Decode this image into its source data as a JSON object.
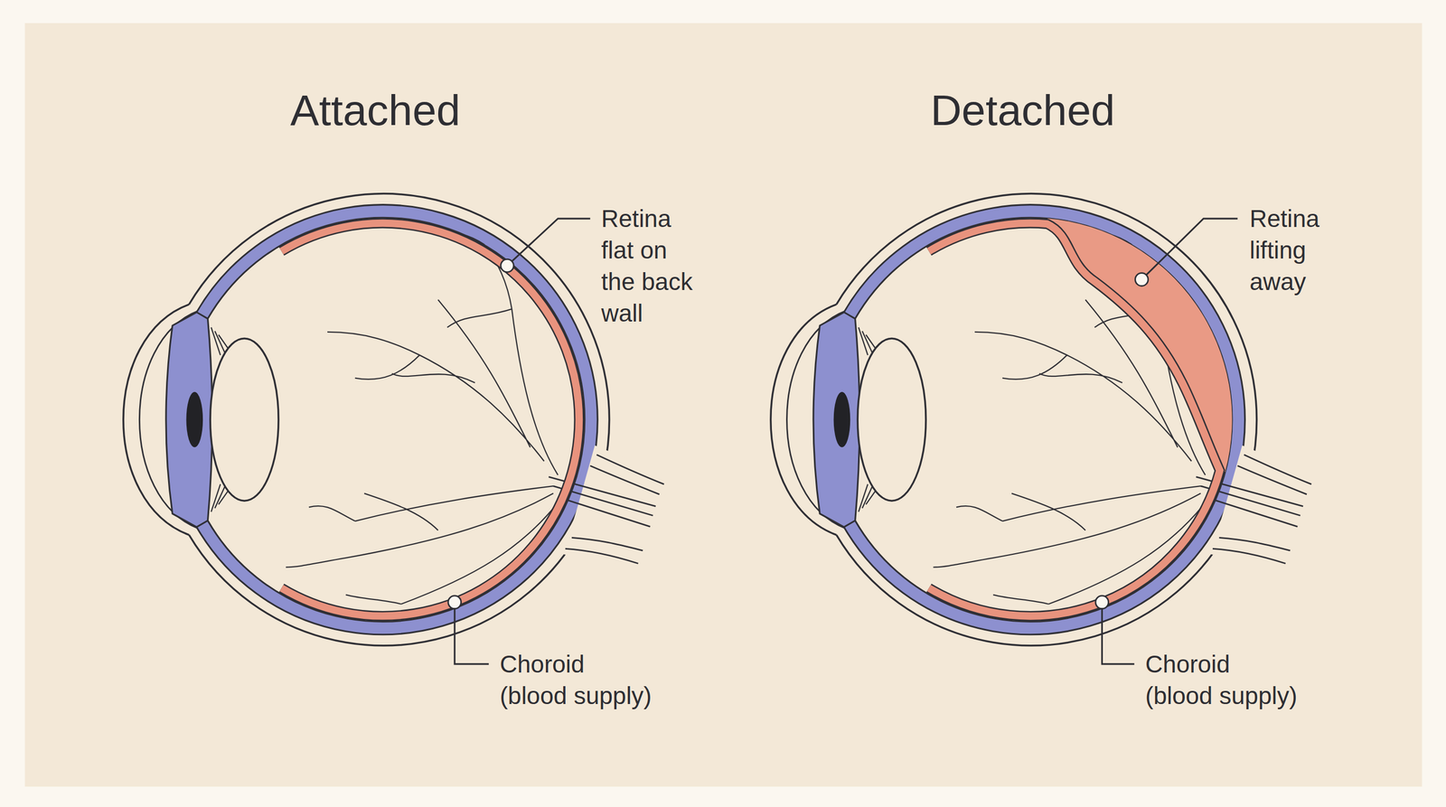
{
  "diagram": {
    "labels": [
      "Attached",
      "Detached",
      "Retina flat on the back wall",
      "Choroid (blood supply)",
      "Retina lifting away",
      "Choroid (blood supply)"
    ]
  }
}
